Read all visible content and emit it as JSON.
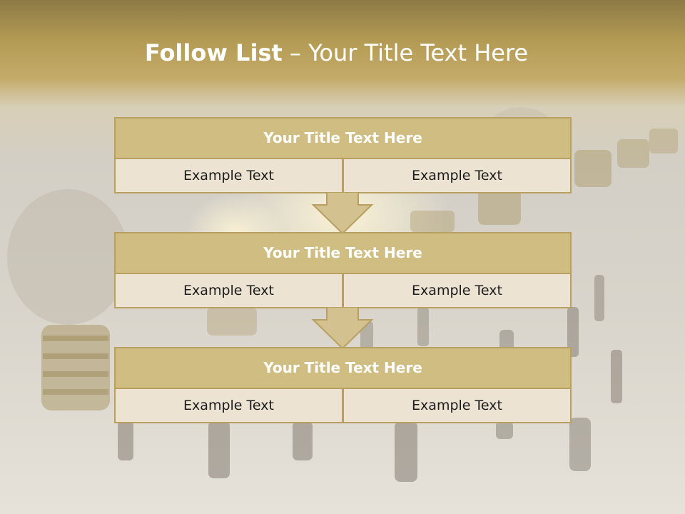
{
  "slide": {
    "title_bold": "Follow List",
    "title_rest": " – Your Title Text Here",
    "blocks": [
      {
        "title": "Your Title Text Here",
        "left": "Example Text",
        "right": "Example Text"
      },
      {
        "title": "Your Title Text Here",
        "left": "Example Text",
        "right": "Example Text"
      },
      {
        "title": "Your Title Text Here",
        "left": "Example Text",
        "right": "Example Text"
      }
    ]
  },
  "colors": {
    "header_fill": "#cfbd82",
    "border": "#b7a061",
    "cell_fill": "#ece3d3",
    "arrow_fill": "#d3c290"
  },
  "icons": [
    "down-arrow-icon",
    "down-arrow-icon"
  ]
}
